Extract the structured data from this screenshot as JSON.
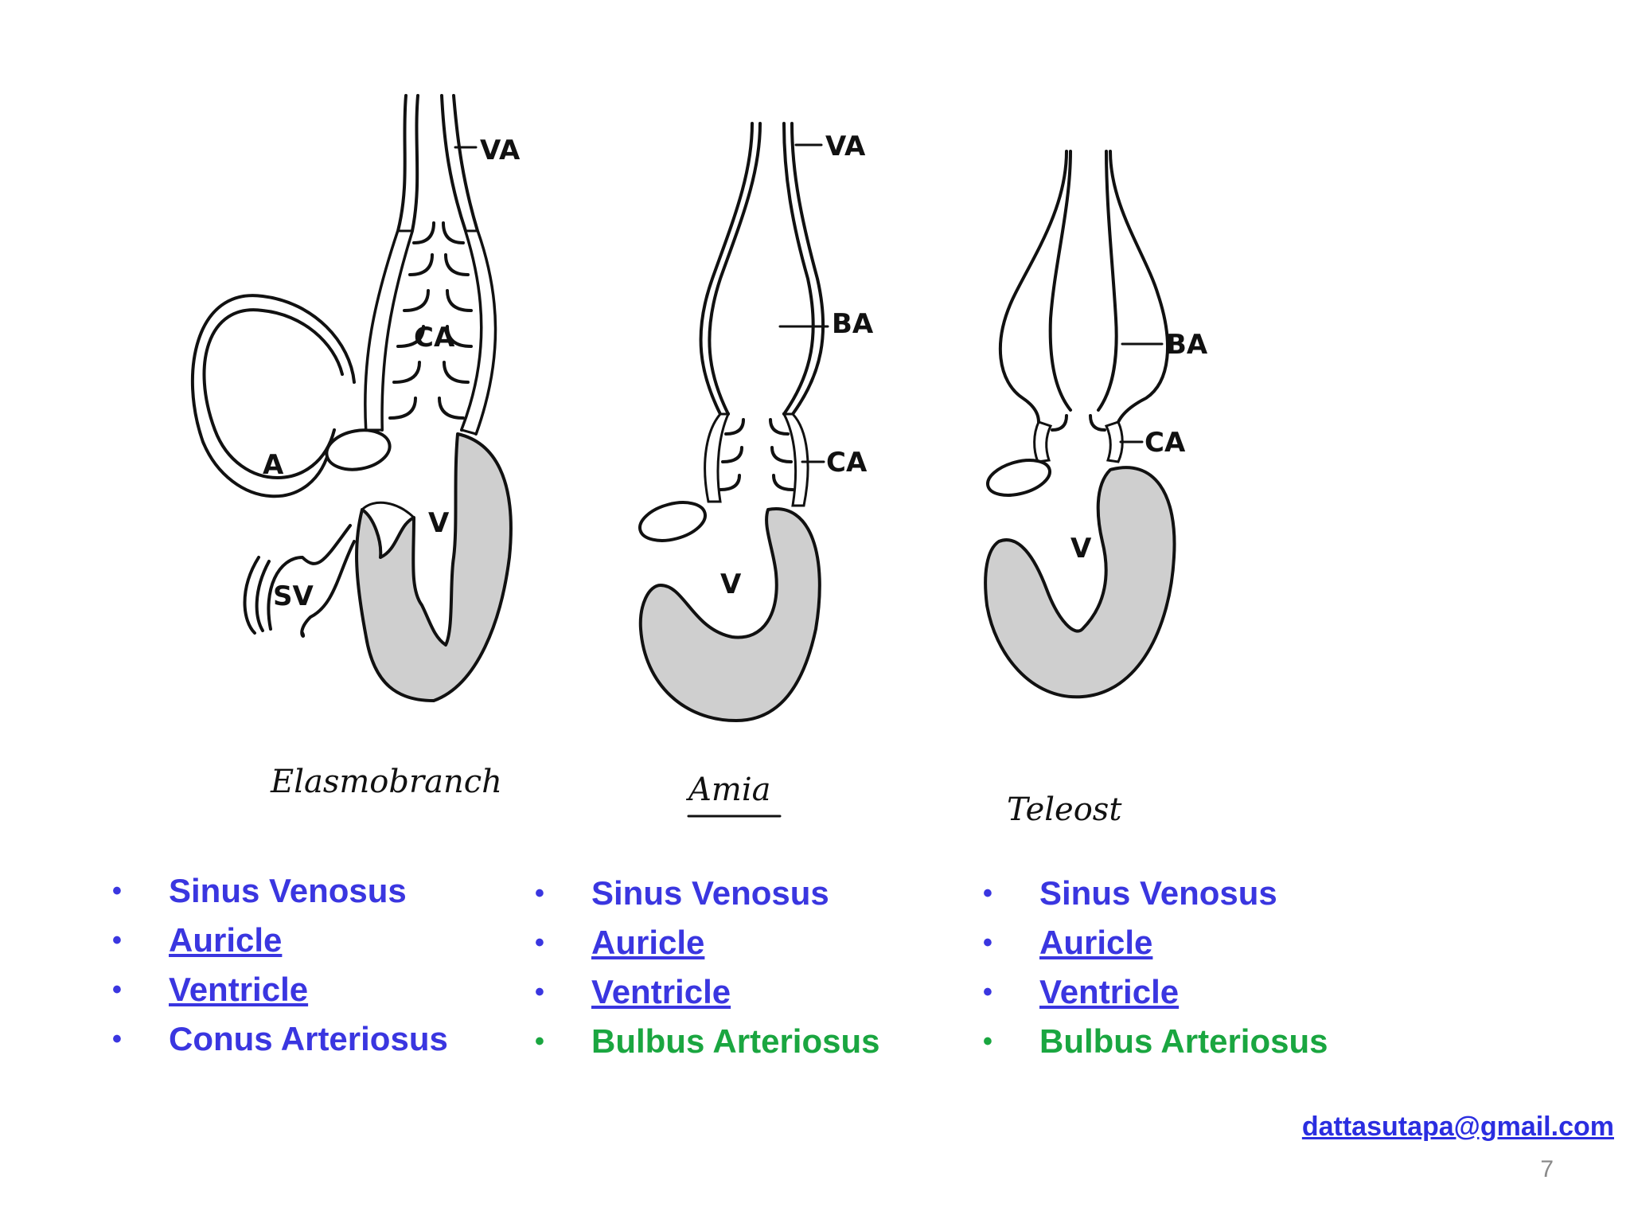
{
  "colors": {
    "blue": "#3a36e0",
    "green": "#1aa640",
    "bullet_blue": "#3a36e0"
  },
  "diagrams": {
    "elasmobranch": {
      "caption": "Elasmobranch",
      "labels": {
        "va": "VA",
        "ca": "CA",
        "a": "A",
        "v": "V",
        "sv": "SV"
      }
    },
    "amia": {
      "caption": "Amia",
      "labels": {
        "va": "VA",
        "ba": "BA",
        "ca": "CA",
        "v": "V"
      }
    },
    "teleost": {
      "caption": "Teleost",
      "labels": {
        "ba": "BA",
        "ca": "CA",
        "v": "V"
      }
    }
  },
  "lists": [
    {
      "items": [
        {
          "text": "Sinus Venosus",
          "color": "#3a36e0",
          "underline": false
        },
        {
          "text": "Auricle",
          "color": "#3a36e0",
          "underline": true
        },
        {
          "text": "Ventricle",
          "color": "#3a36e0",
          "underline": true
        },
        {
          "text": "Conus Arteriosus",
          "color": "#3a36e0",
          "underline": false
        }
      ]
    },
    {
      "items": [
        {
          "text": "Sinus Venosus",
          "color": "#3a36e0",
          "underline": false
        },
        {
          "text": "Auricle",
          "color": "#3a36e0",
          "underline": true
        },
        {
          "text": "Ventricle",
          "color": "#3a36e0",
          "underline": true
        },
        {
          "text": "Bulbus Arteriosus",
          "color": "#1aa640",
          "underline": false
        }
      ]
    },
    {
      "items": [
        {
          "text": "Sinus Venosus",
          "color": "#3a36e0",
          "underline": false
        },
        {
          "text": "Auricle",
          "color": "#3a36e0",
          "underline": true
        },
        {
          "text": "Ventricle",
          "color": "#3a36e0",
          "underline": true
        },
        {
          "text": "Bulbus Arteriosus",
          "color": "#1aa640",
          "underline": false
        }
      ]
    }
  ],
  "footer": {
    "email": "dattasutapa@gmail.com",
    "page_number": "7"
  }
}
